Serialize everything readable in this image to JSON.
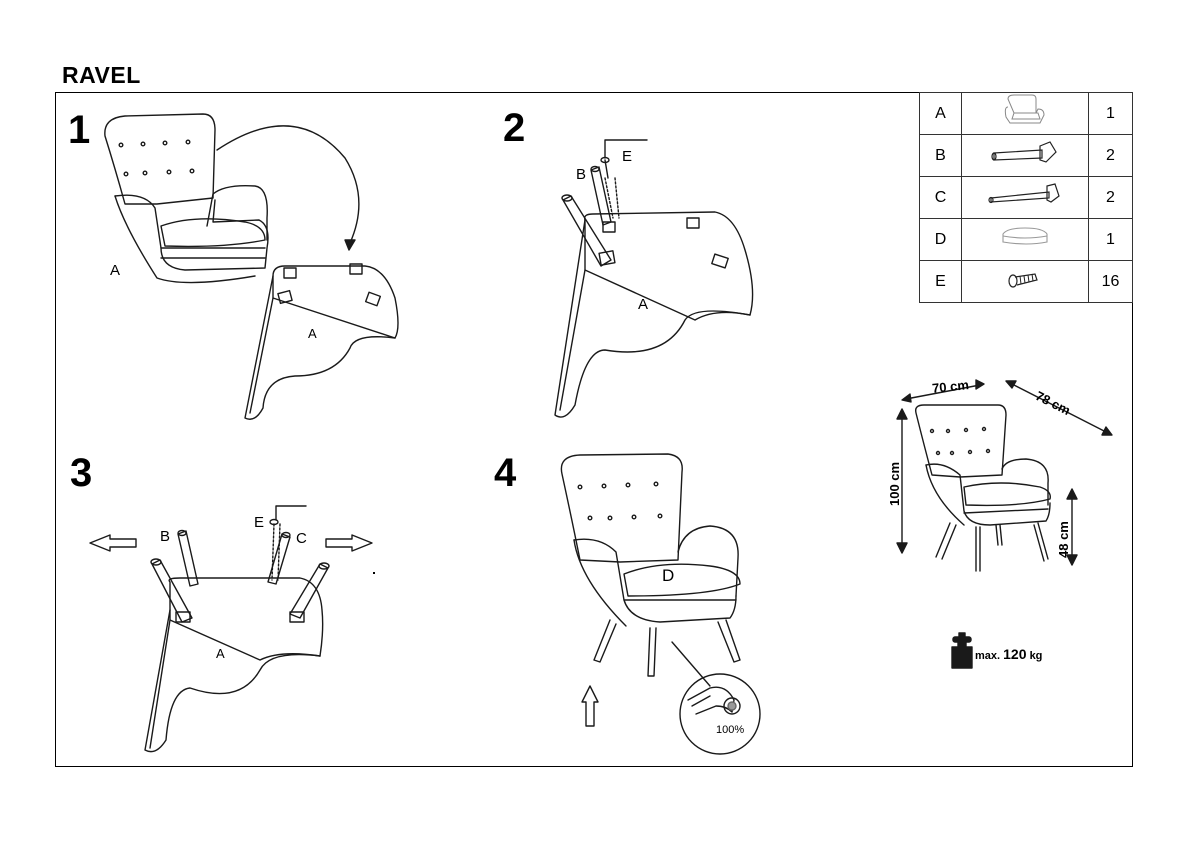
{
  "title": "RAVEL",
  "steps": [
    "1",
    "2",
    "3",
    "4"
  ],
  "labels": {
    "step1_chair": "A",
    "step1_seat": "A",
    "step2_b": "B",
    "step2_e": "E",
    "step2_seat": "A",
    "step3_b": "B",
    "step3_e": "E",
    "step3_c": "C",
    "step3_seat": "A",
    "step4_cushion": "D",
    "step4_torque": "100%"
  },
  "parts": [
    {
      "id": "A",
      "icon": "armchair-icon",
      "qty": "1"
    },
    {
      "id": "B",
      "icon": "leg-short-icon",
      "qty": "2"
    },
    {
      "id": "C",
      "icon": "leg-long-icon",
      "qty": "2"
    },
    {
      "id": "D",
      "icon": "cushion-icon",
      "qty": "1"
    },
    {
      "id": "E",
      "icon": "bolt-icon",
      "qty": "16"
    }
  ],
  "dimensions": {
    "width": "70 cm",
    "depth": "78 cm",
    "height": "100 cm",
    "seat_height": "48 cm"
  },
  "max_load": {
    "prefix": "max.",
    "value": "120",
    "unit": "kg"
  }
}
